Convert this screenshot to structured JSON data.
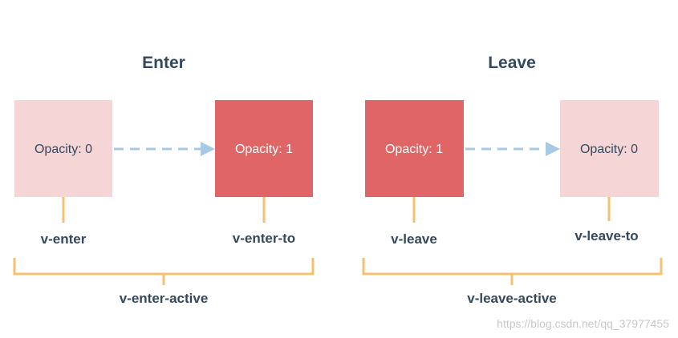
{
  "diagram": {
    "enter": {
      "title": "Enter",
      "from_box": "Opacity: 0",
      "to_box": "Opacity: 1",
      "from_label": "v-enter",
      "to_label": "v-enter-to",
      "active_label": "v-enter-active"
    },
    "leave": {
      "title": "Leave",
      "from_box": "Opacity: 1",
      "to_box": "Opacity: 0",
      "from_label": "v-leave",
      "to_label": "v-leave-to",
      "active_label": "v-leave-active"
    },
    "watermark": "https://blog.csdn.net/qq_37977455"
  },
  "colors": {
    "faded_box": "#f6d5d7",
    "solid_box": "#e06567",
    "arrow": "#a8c9e6",
    "bracket": "#f5c16e",
    "text": "#34495e"
  }
}
